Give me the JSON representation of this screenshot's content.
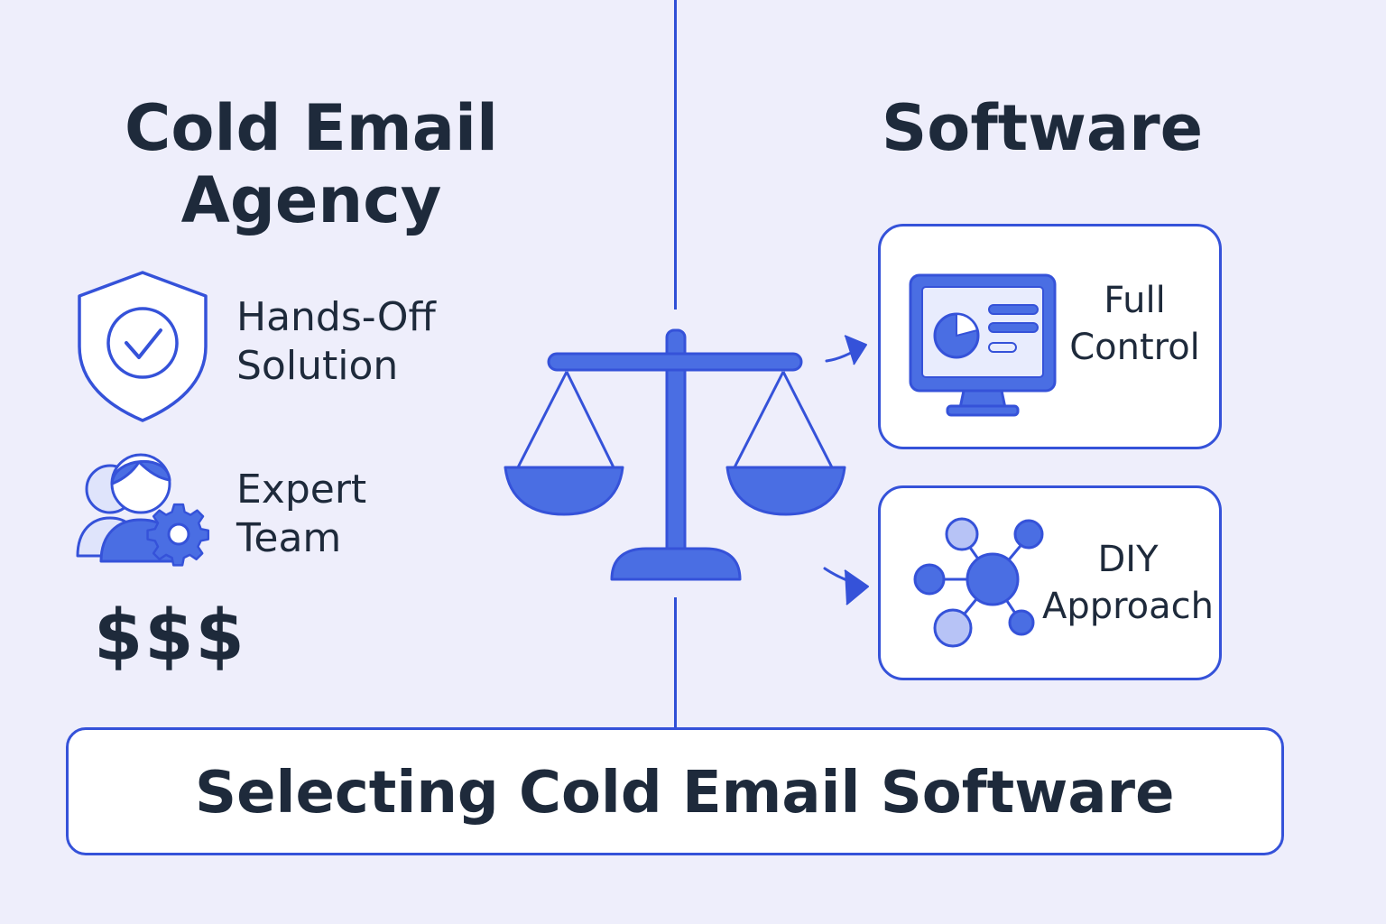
{
  "left": {
    "title_line1": "Cold Email",
    "title_line2": "Agency",
    "features": [
      {
        "icon": "shield-check-icon",
        "line1": "Hands-Off",
        "line2": "Solution"
      },
      {
        "icon": "team-gear-icon",
        "line1": "Expert",
        "line2": "Team"
      }
    ],
    "price": "$$$"
  },
  "right": {
    "title": "Software",
    "options": [
      {
        "icon": "monitor-dashboard-icon",
        "line1": "Full",
        "line2": "Control"
      },
      {
        "icon": "network-nodes-icon",
        "line1": "DIY",
        "line2": "Approach"
      }
    ]
  },
  "center": {
    "icon": "balance-scale-icon"
  },
  "banner": {
    "label": "Selecting Cold Email Software"
  },
  "colors": {
    "background": "#eeeefb",
    "accent": "#3552d9",
    "icon_fill": "#4a6ee3",
    "icon_light": "#b7c3f6",
    "text": "#1e2a3b"
  }
}
